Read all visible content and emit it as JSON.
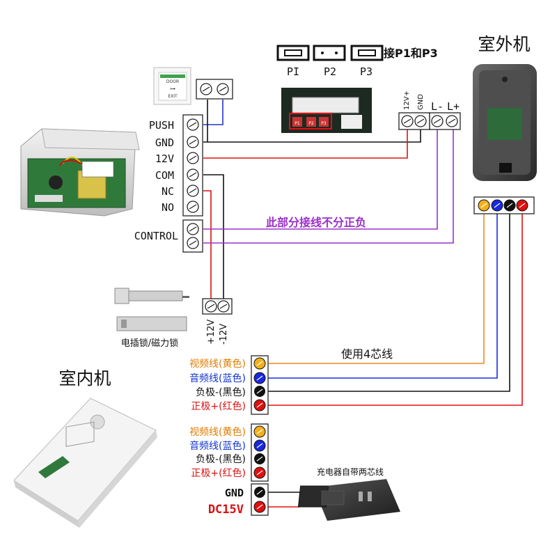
{
  "titles": {
    "outdoor_unit": "室外机",
    "indoor_unit": "室内机"
  },
  "power_supply_terminals": [
    "PUSH",
    "GND",
    "12V",
    "COM",
    "NC",
    "NO"
  ],
  "control_label": "CONTROL",
  "jumper": {
    "labels": [
      "PI",
      "P2",
      "P3"
    ],
    "note": "接P1和P3",
    "board_tags": [
      "P1",
      "P2",
      "P3"
    ]
  },
  "outdoor_terminals": {
    "power": [
      "12V+",
      "GND"
    ],
    "lock": [
      "L-",
      "L+"
    ]
  },
  "notes": {
    "no_polarity": "此部分接线不分正负",
    "four_core": "使用4芯线",
    "adapter_wire": "充电器自带两芯线",
    "lock_caption": "电插锁/磁力锁"
  },
  "lock_terminals": [
    "+12V",
    "-12V"
  ],
  "exit_button_text": [
    "DOOR",
    "EXIT"
  ],
  "indoor_group_1": [
    {
      "label": "视频线(黄色)",
      "color": "#e07b00",
      "dot": "#f2b01e"
    },
    {
      "label": "音频线(蓝色)",
      "color": "#1133cc",
      "dot": "#1a28e0"
    },
    {
      "label": "负极-(黑色)",
      "color": "#111111",
      "dot": "#111111"
    },
    {
      "label": "正极+(红色)",
      "color": "#dd1111",
      "dot": "#e01010"
    }
  ],
  "indoor_group_2": [
    {
      "label": "视频线(黄色)",
      "color": "#e07b00",
      "dot": "#f2b01e"
    },
    {
      "label": "音频线(蓝色)",
      "color": "#1133cc",
      "dot": "#1a28e0"
    },
    {
      "label": "负极-(黑色)",
      "color": "#111111",
      "dot": "#111111"
    },
    {
      "label": "正极+(红色)",
      "color": "#dd1111",
      "dot": "#e01010"
    }
  ],
  "power_input": [
    {
      "label": "GND",
      "color": "#111111",
      "dot": "#111111"
    },
    {
      "label": "DC15V",
      "color": "#dd1111",
      "dot": "#e01010"
    }
  ],
  "colors": {
    "red": "#e01010",
    "black": "#111111",
    "blue": "#1a28e0",
    "purple": "#9b30c8",
    "orange": "#f08a1e"
  }
}
